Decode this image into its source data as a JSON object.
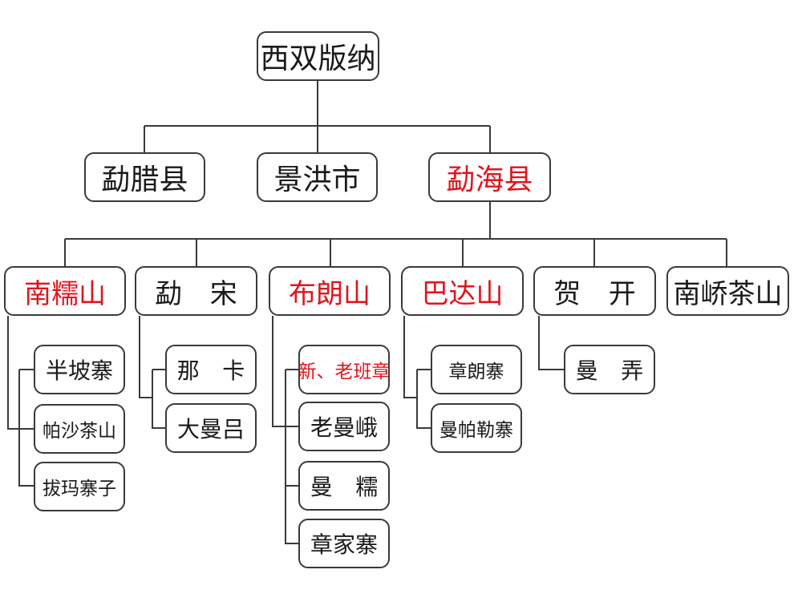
{
  "diagram": {
    "colors": {
      "line": "#3a3a3a",
      "text": "#1a1a1a",
      "highlight": "#e0151b"
    },
    "root": {
      "label": "西双版纳"
    },
    "counties": [
      {
        "label": "勐腊县"
      },
      {
        "label": "景洪市"
      },
      {
        "label": "勐海县",
        "highlight": true
      }
    ],
    "mountains": [
      {
        "label": "南糯山",
        "highlight": true
      },
      {
        "label": "勐 宋"
      },
      {
        "label": "布朗山",
        "highlight": true
      },
      {
        "label": "巴达山",
        "highlight": true
      },
      {
        "label": "贺 开"
      },
      {
        "label": "南峤茶山"
      }
    ],
    "villages": [
      {
        "parent": "南糯山",
        "items": [
          {
            "label": "半坡寨"
          },
          {
            "label": "帕沙茶山"
          },
          {
            "label": "拔玛寨子"
          }
        ]
      },
      {
        "parent": "勐 宋",
        "items": [
          {
            "label": "那 卡"
          },
          {
            "label": "大曼吕"
          }
        ]
      },
      {
        "parent": "布朗山",
        "items": [
          {
            "label": "新、老班章",
            "highlight": true
          },
          {
            "label": "老曼峨"
          },
          {
            "label": "曼 糯"
          },
          {
            "label": "章家寨"
          }
        ]
      },
      {
        "parent": "巴达山",
        "items": [
          {
            "label": "章朗寨"
          },
          {
            "label": "曼帕勒寨"
          }
        ]
      },
      {
        "parent": "贺 开",
        "items": [
          {
            "label": "曼 弄"
          }
        ]
      }
    ]
  }
}
